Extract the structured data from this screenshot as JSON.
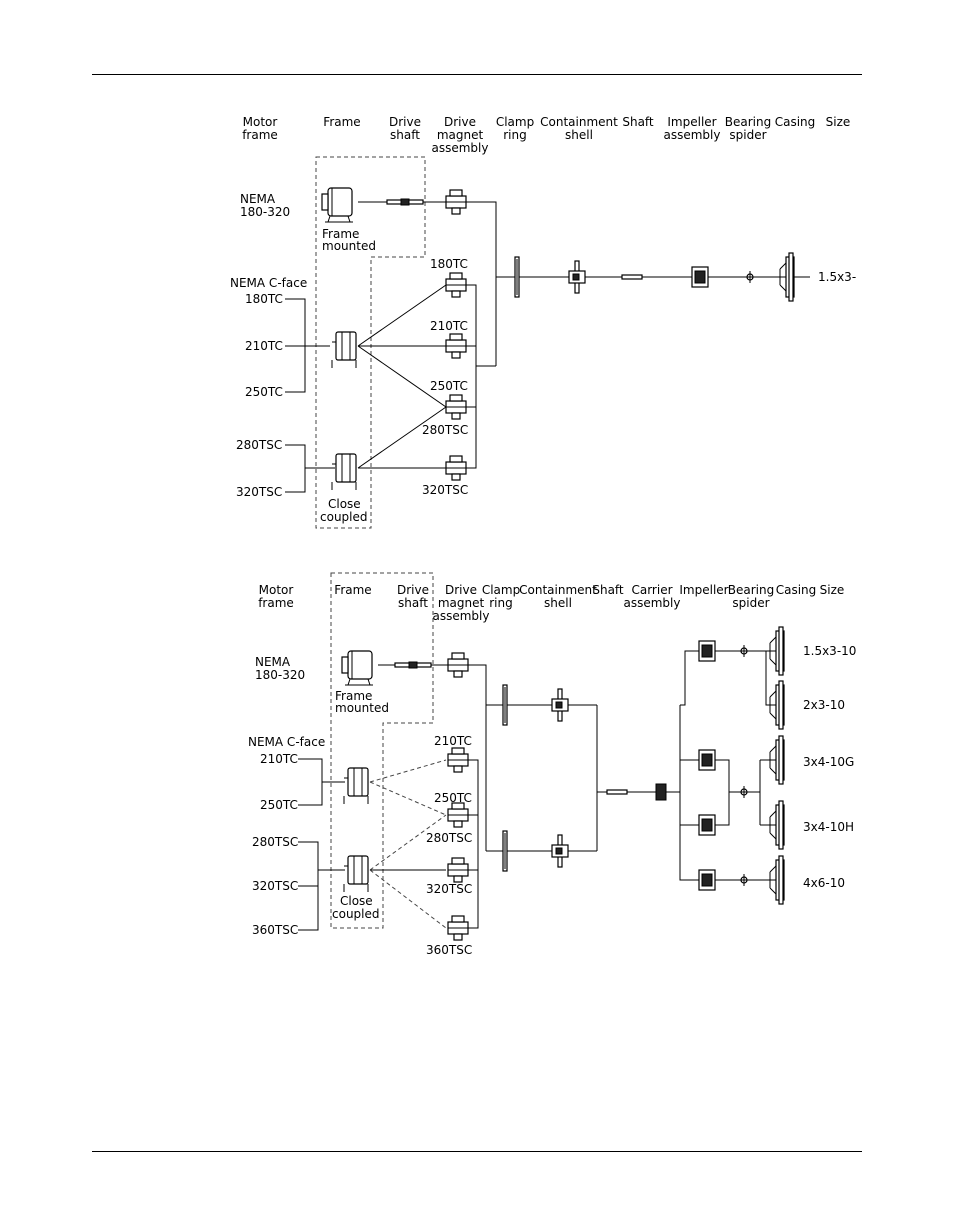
{
  "diagram1": {
    "headers": [
      "Motor\nframe",
      "Frame",
      "Drive\nshaft",
      "Drive\nmagnet\nassembly",
      "Clamp\nring",
      "Containment\nshell",
      "Shaft",
      "Impeller\nassembly",
      "Bearing\nspider",
      "Casing",
      "Size"
    ],
    "nema_frame_mounted": "NEMA\n180-320",
    "frame_mounted_label": "Frame\nmounted",
    "nema_cface": "NEMA C-face",
    "motor_sizes": [
      "180TC",
      "210TC",
      "250TC",
      "280TSC",
      "320TSC"
    ],
    "close_coupled_label": "Close\ncoupled",
    "magnet_labels": [
      "180TC",
      "210TC",
      "250TC",
      "280TSC",
      "320TSC"
    ],
    "casing_size": "1.5x3-"
  },
  "diagram2": {
    "headers": [
      "Motor\nframe",
      "Frame",
      "Drive\nshaft",
      "Drive\nmagnet\nassembly",
      "Clamp\nring",
      "Containment",
      "Shaft",
      "Carrier\nassembly",
      "Impeller",
      "Bearing\nspider",
      "Casing",
      "Size"
    ],
    "containment_second_line": "shell",
    "nema_frame_mounted": "NEMA\n180-320",
    "frame_mounted_label": "Frame\nmounted",
    "nema_cface": "NEMA C-face",
    "motor_sizes": [
      "210TC",
      "250TC",
      "280TSC",
      "320TSC",
      "360TSC"
    ],
    "close_coupled_label": "Close\ncoupled",
    "magnet_labels": [
      "210TC",
      "250TC",
      "280TSC",
      "320TSC",
      "360TSC"
    ],
    "casing_sizes": [
      "1.5x3-10",
      "2x3-10",
      "3x4-10G",
      "3x4-10H",
      "4x6-10"
    ]
  }
}
